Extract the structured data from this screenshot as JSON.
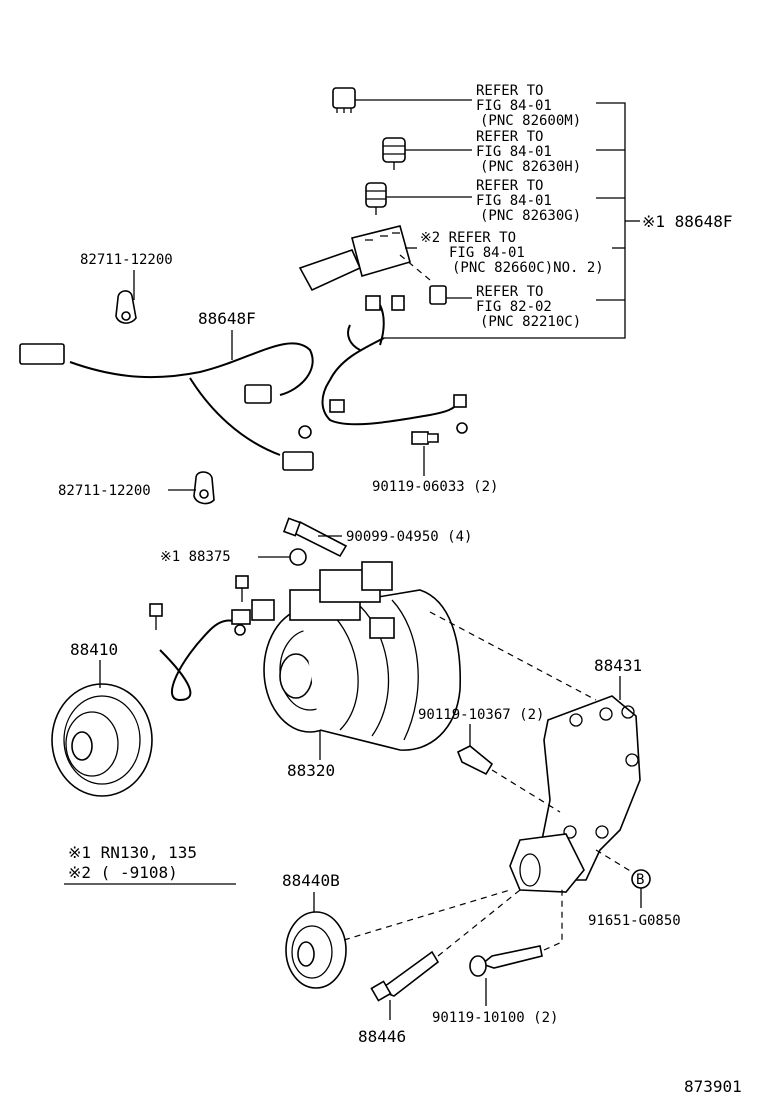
{
  "refer": [
    {
      "l1": "REFER TO",
      "l2": "FIG 84-01",
      "l3": "(PNC 82600M)"
    },
    {
      "l1": "REFER TO",
      "l2": "FIG 84-01",
      "l3": "(PNC 82630H)"
    },
    {
      "l1": "REFER TO",
      "l2": "FIG 84-01",
      "l3": "(PNC 82630G)"
    },
    {
      "l1": "※2 REFER TO",
      "l2": "FIG 84-01",
      "l3": "(PNC 82660C)NO. 2)"
    },
    {
      "l1": "REFER TO",
      "l2": "FIG 82-02",
      "l3": "(PNC 82210C)"
    }
  ],
  "labels": {
    "bracket_group": "※1 88648F",
    "p82711_top": "82711-12200",
    "p88648f": "88648F",
    "p82711_bottom": "82711-12200",
    "p90119_06033": "90119-06033 (2)",
    "p90099_04950": "90099-04950 (4)",
    "p88375": "※1 88375",
    "p88410": "88410",
    "p88431": "88431",
    "p90119_10367": "90119-10367 (2)",
    "p88320": "88320",
    "p88440b": "88440B",
    "p91651": "91651-G0850",
    "p90119_10100": "90119-10100 (2)",
    "p88446": "88446",
    "b_marker": "B",
    "figure_id": "873901"
  },
  "notes": {
    "note1": "※1 RN130, 135",
    "note2": "※2 (      -9108)"
  }
}
